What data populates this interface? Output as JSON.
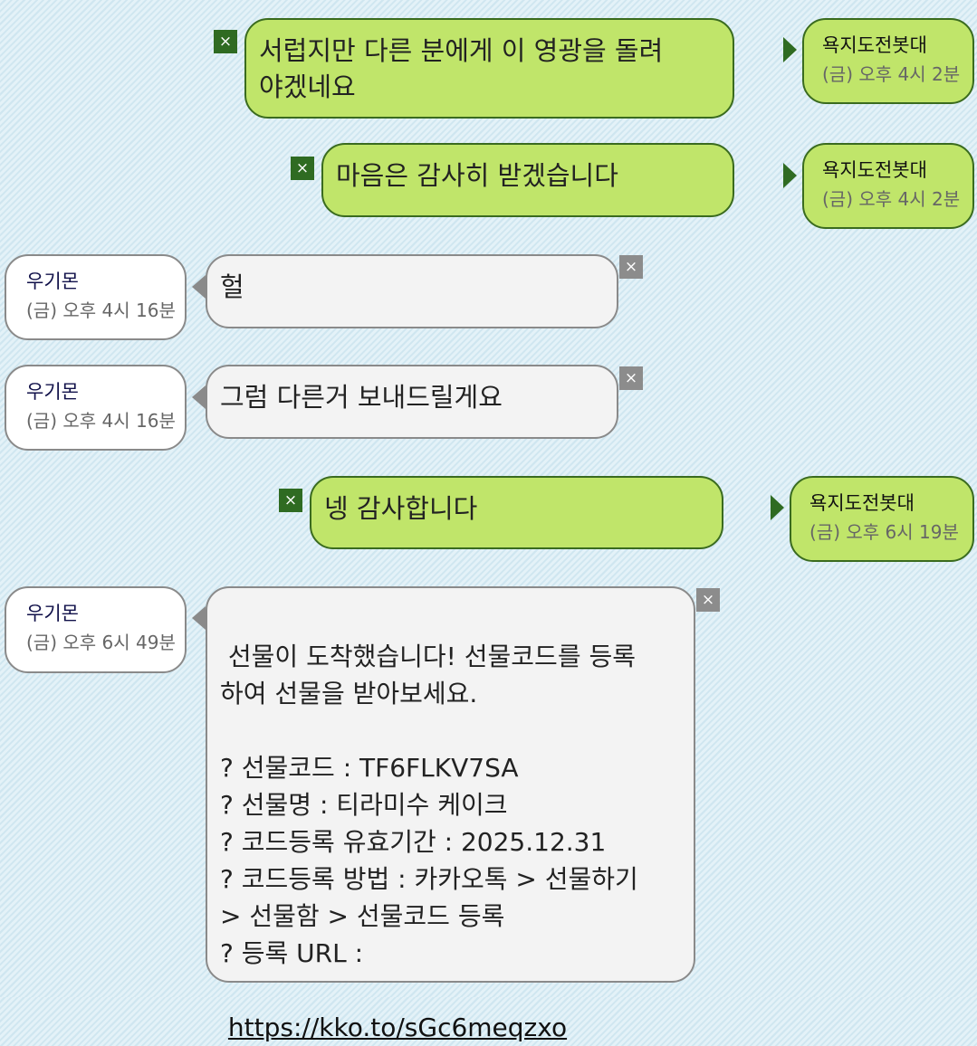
{
  "messages": [
    {
      "sender": "욕지도전봇대",
      "time": "(금) 오후 4시 2분",
      "text": "서럽지만 다른 분에게 이 영광을 돌려\n야겠네요"
    },
    {
      "sender": "욕지도전봇대",
      "time": "(금) 오후 4시 2분",
      "text": "마음은 감사히 받겠습니다"
    },
    {
      "sender": "우기몬",
      "time": "(금) 오후 4시 16분",
      "text": "헐"
    },
    {
      "sender": "우기몬",
      "time": "(금) 오후 4시 16분",
      "text": "그럼 다른거 보내드릴게요"
    },
    {
      "sender": "욕지도전봇대",
      "time": "(금) 오후 6시 19분",
      "text": "넹 감사합니다"
    },
    {
      "sender": "우기몬",
      "time": "(금) 오후 6시 49분",
      "text": "선물이 도착했습니다! 선물코드를 등록\n하여 선물을 받아보세요.\n\n? 선물코드 : TF6FLKV7SA\n? 선물명 : 티라미수 케이크\n? 코드등록 유효기간 : 2025.12.31\n? 코드등록 방법 : 카카오톡 > 선물하기\n> 선물함 > 선물코드 등록\n? 등록 URL :",
      "link": "https://kko.to/sGc6meqzxo"
    }
  ],
  "delete_label": "×"
}
